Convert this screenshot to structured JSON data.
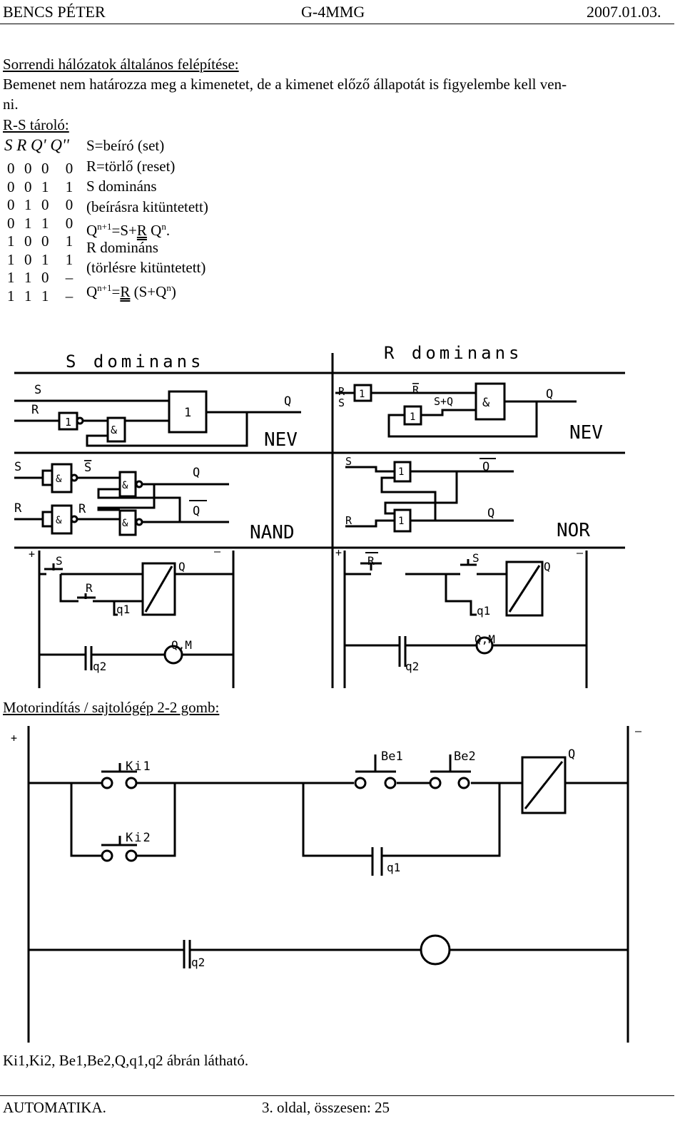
{
  "header": {
    "author": "BENCS PÉTER",
    "group": "G-4MMG",
    "date": "2007.01.03."
  },
  "section1": {
    "title": "Sorrendi hálózatok általános felépítése:",
    "line1": "Bemenet nem határozza meg a kimenetet, de a kimenet előző állapotát is figyelembe kell ven-",
    "line2": "ni."
  },
  "rs": {
    "title": "R-S tároló:",
    "col_header": "S R Q' Q''",
    "rows": [
      [
        "0",
        "0",
        "0",
        "0"
      ],
      [
        "0",
        "0",
        "1",
        "1"
      ],
      [
        "0",
        "1",
        "0",
        "0"
      ],
      [
        "0",
        "1",
        "1",
        "0"
      ],
      [
        "1",
        "0",
        "0",
        "1"
      ],
      [
        "1",
        "0",
        "1",
        "1"
      ],
      [
        "1",
        "1",
        "0",
        "–"
      ],
      [
        "1",
        "1",
        "1",
        "–"
      ]
    ],
    "notes": [
      "S=beíró (set)",
      "R=törlő (reset)",
      "S domináns",
      "(beírásra kitüntetett)",
      "Q",
      "n+1",
      "=S+",
      "R",
      " Q",
      "n",
      ".",
      "R domináns",
      "(törlésre kitüntetett)",
      "Q",
      "n+1",
      "=",
      "R",
      " (S+Q",
      "n",
      ")"
    ]
  },
  "diagrams": {
    "s_title": "S dominans",
    "r_title": "R dominans",
    "nev": "NEV",
    "nand": "NAND",
    "nor": "NOR",
    "S": "S",
    "R": "R",
    "Q": "Q",
    "one": "1",
    "and": "&",
    "splusq": "S+Q",
    "plus": "+",
    "minus": "–",
    "q1": "q1",
    "q2": "q2",
    "qm": "Q,M"
  },
  "motor": {
    "title": "Motorindítás / sajtológép 2-2 gomb:",
    "ki1": "Ki1",
    "ki2": "Ki2",
    "be1": "Be1",
    "be2": "Be2",
    "q": "Q",
    "q1": "q1",
    "q2": "q2",
    "plus": "+",
    "minus": "–",
    "caption": "Ki1,Ki2, Be1,Be2,Q,q1,q2 ábrán látható."
  },
  "footer": {
    "subject": "AUTOMATIKA.",
    "page": "3. oldal, összesen: 25"
  }
}
